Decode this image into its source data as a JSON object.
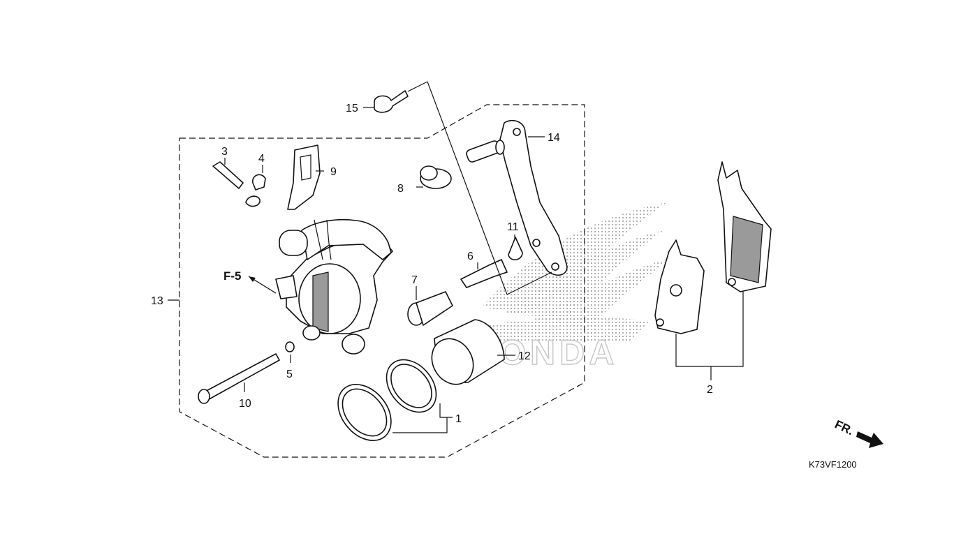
{
  "diagram": {
    "brand_watermark": "HONDA",
    "diagram_code": "K73VF1200",
    "reference_label": "F-5",
    "direction_label": "FR.",
    "callouts": [
      "1",
      "2",
      "3",
      "4",
      "5",
      "6",
      "7",
      "8",
      "9",
      "10",
      "11",
      "12",
      "13",
      "14",
      "15"
    ]
  }
}
